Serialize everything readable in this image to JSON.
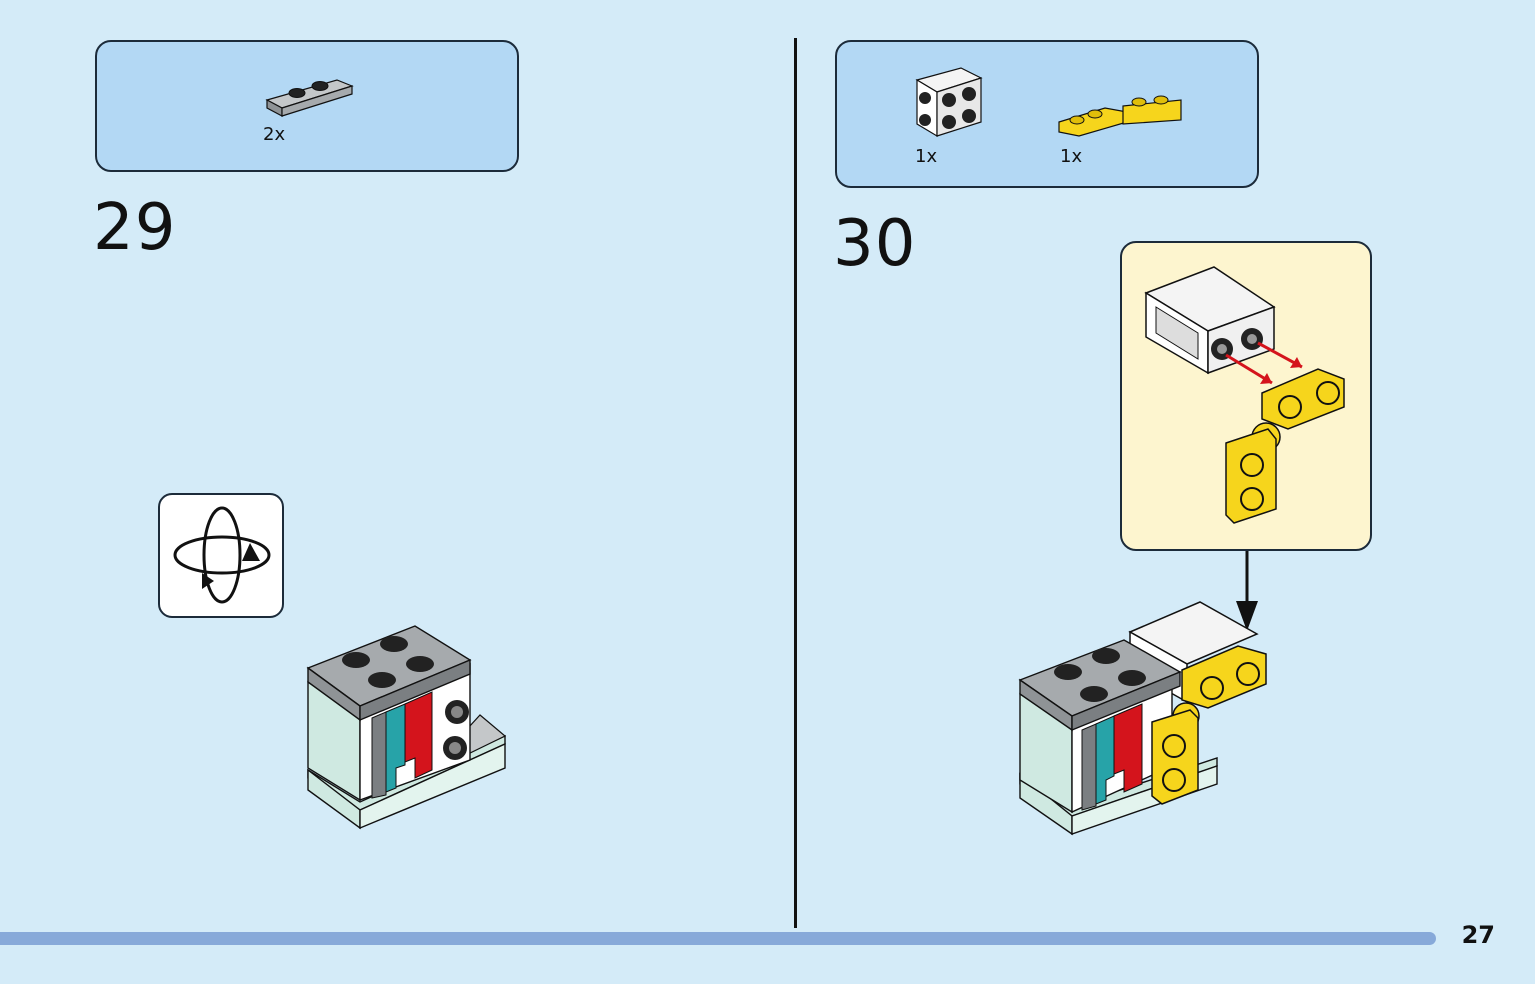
{
  "steps": [
    {
      "number": "29",
      "parts": [
        {
          "name": "plate-1x2-jumper-gray",
          "qty": "2x"
        }
      ]
    },
    {
      "number": "30",
      "parts": [
        {
          "name": "brick-1x1-studs-on-sides-white",
          "qty": "1x"
        },
        {
          "name": "plate-hinge-yellow",
          "qty": "1x"
        }
      ]
    }
  ],
  "icons": {
    "rotate": "rotate-model-icon",
    "arrow": "down-arrow-icon"
  },
  "colors": {
    "background": "#d4ebf8",
    "parts_box": "#b3d8f4",
    "callout": "#fdf5cf",
    "yellow": "#f6d51c",
    "red": "#d4141c",
    "teal": "#27a3a8",
    "mint": "#cfe9e1",
    "gray": "#8f9396"
  },
  "page": {
    "number": "27"
  }
}
